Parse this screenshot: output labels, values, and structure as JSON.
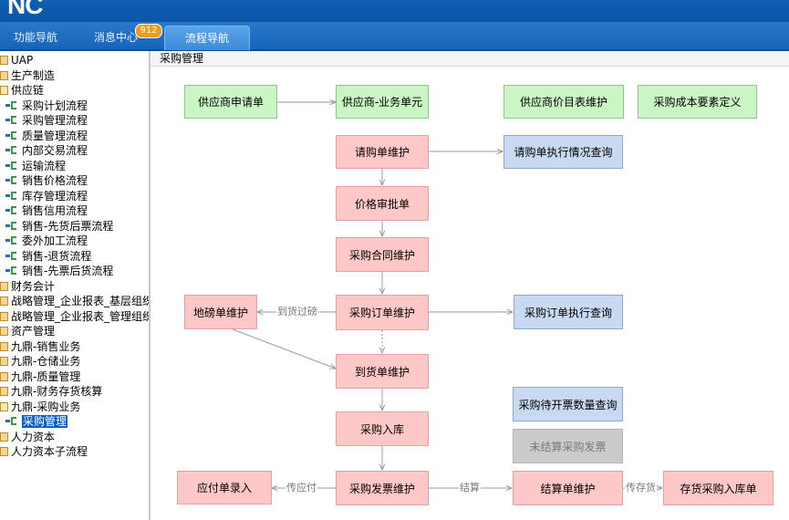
{
  "app": {
    "logo": "NC"
  },
  "tabs": [
    {
      "label": "功能导航"
    },
    {
      "label": "消息中心",
      "badge": "912"
    },
    {
      "label": "流程导航"
    }
  ],
  "sidebar": {
    "items": [
      {
        "label": "UAP",
        "type": "folder"
      },
      {
        "label": "生产制造",
        "type": "folder"
      },
      {
        "label": "供应链",
        "type": "folder-open"
      },
      {
        "label": "采购计划流程",
        "type": "leaf"
      },
      {
        "label": "采购管理流程",
        "type": "leaf"
      },
      {
        "label": "质量管理流程",
        "type": "leaf"
      },
      {
        "label": "内部交易流程",
        "type": "leaf"
      },
      {
        "label": "运输流程",
        "type": "leaf"
      },
      {
        "label": "销售价格流程",
        "type": "leaf"
      },
      {
        "label": "库存管理流程",
        "type": "leaf"
      },
      {
        "label": "销售信用流程",
        "type": "leaf"
      },
      {
        "label": "销售-先货后票流程",
        "type": "leaf"
      },
      {
        "label": "委外加工流程",
        "type": "leaf"
      },
      {
        "label": "销售-退货流程",
        "type": "leaf"
      },
      {
        "label": "销售-先票后货流程",
        "type": "leaf"
      },
      {
        "label": "财务会计",
        "type": "folder"
      },
      {
        "label": "战略管理_企业报表_基层组织",
        "type": "folder"
      },
      {
        "label": "战略管理_企业报表_管理组织",
        "type": "folder"
      },
      {
        "label": "资产管理",
        "type": "folder"
      },
      {
        "label": "九鼎-销售业务",
        "type": "folder"
      },
      {
        "label": "九鼎-仓储业务",
        "type": "folder"
      },
      {
        "label": "九鼎-质量管理",
        "type": "folder"
      },
      {
        "label": "九鼎-财务存货核算",
        "type": "folder"
      },
      {
        "label": "九鼎-采购业务",
        "type": "folder-open"
      },
      {
        "label": "采购管理",
        "type": "leaf",
        "selected": true
      },
      {
        "label": "人力资本",
        "type": "folder"
      },
      {
        "label": "人力资本子流程",
        "type": "folder"
      }
    ]
  },
  "breadcrumb": "采购管理",
  "flow": {
    "nodes": {
      "supplier_apply": "供应商申请单",
      "supplier_unit": "供应商-业务单元",
      "supplier_price": "供应商价目表维护",
      "cost_factor": "采购成本要素定义",
      "requisition": "请购单维护",
      "requisition_query": "请购单执行情况查询",
      "price_approval": "价格审批单",
      "contract": "采购合同维护",
      "order": "采购订单维护",
      "order_query": "采购订单执行查询",
      "port_bill": "地磅单维护",
      "arrival": "到货单维护",
      "invoice_qty_query": "采购待开票数量查询",
      "inbound": "采购入库",
      "unsettled_invoice": "未结算采购发票",
      "payable": "应付单录入",
      "invoice": "采购发票维护",
      "settlement": "结算单维护",
      "stock_inbound": "存货采购入库单"
    },
    "edge_labels": {
      "to_port": "到货过磅",
      "to_payable": "传应付",
      "settle": "结算",
      "to_stock": "传存货"
    }
  },
  "colors": {
    "green": "#ccf5c6",
    "pink": "#ffc8c8",
    "blue": "#cad9f2",
    "gray": "#cbcbcb",
    "header": "#0f5fb6",
    "badge": "#f39a1e",
    "selected": "#0a5fc7"
  }
}
